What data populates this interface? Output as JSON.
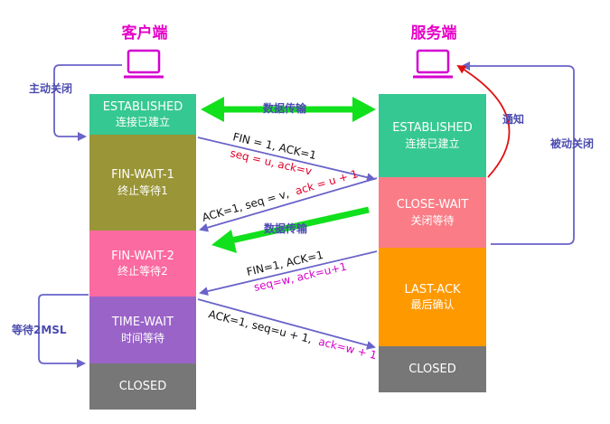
{
  "client": {
    "title": "客户端",
    "states": [
      {
        "en": "ESTABLISHED",
        "zh": "连接已建立",
        "color": "#36c893"
      },
      {
        "en": "FIN-WAIT-1",
        "zh": "终止等待1",
        "color": "#9a9536"
      },
      {
        "en": "FIN-WAIT-2",
        "zh": "终止等待2",
        "color": "#fb6aa0"
      },
      {
        "en": "TIME-WAIT",
        "zh": "时间等待",
        "color": "#9a63c8"
      },
      {
        "en": "CLOSED",
        "zh": "",
        "color": "#777777"
      }
    ]
  },
  "server": {
    "title": "服务端",
    "states": [
      {
        "en": "ESTABLISHED",
        "zh": "连接已建立",
        "color": "#36c893"
      },
      {
        "en": "CLOSE-WAIT",
        "zh": "关闭等待",
        "color": "#fa7c86"
      },
      {
        "en": "LAST-ACK",
        "zh": "最后确认",
        "color": "#ff9900"
      },
      {
        "en": "CLOSED",
        "zh": "",
        "color": "#777777"
      }
    ]
  },
  "labels": {
    "active_close": "主动关闭",
    "passive_close": "被动关闭",
    "notify": "通知",
    "wait_2msl": "等待2MSL",
    "data_transfer_1": "数据传输",
    "data_transfer_2": "数据传输"
  },
  "messages": [
    {
      "black": "FIN = 1,  ACK=1",
      "colored": "seq = u,  ack=v",
      "colored_color": "#e0002a"
    },
    {
      "black": "ACK=1,  seq = v,",
      "colored": "ack = u + 1",
      "colored_color": "#e0002a"
    },
    {
      "black": "FIN=1,  ACK=1",
      "colored": "seq=w,  ack=u+1",
      "colored_color": "#d400c8"
    },
    {
      "black": "ACK=1,  seq=u + 1,",
      "colored": "ack=w + 1",
      "colored_color": "#d400c8"
    }
  ],
  "colors": {
    "accent_title": "#e600c8",
    "arrow": "#6a63c9",
    "green_arrow": "#11e01c",
    "notify_arrow": "#e01010",
    "monitor": "#d400d0"
  }
}
